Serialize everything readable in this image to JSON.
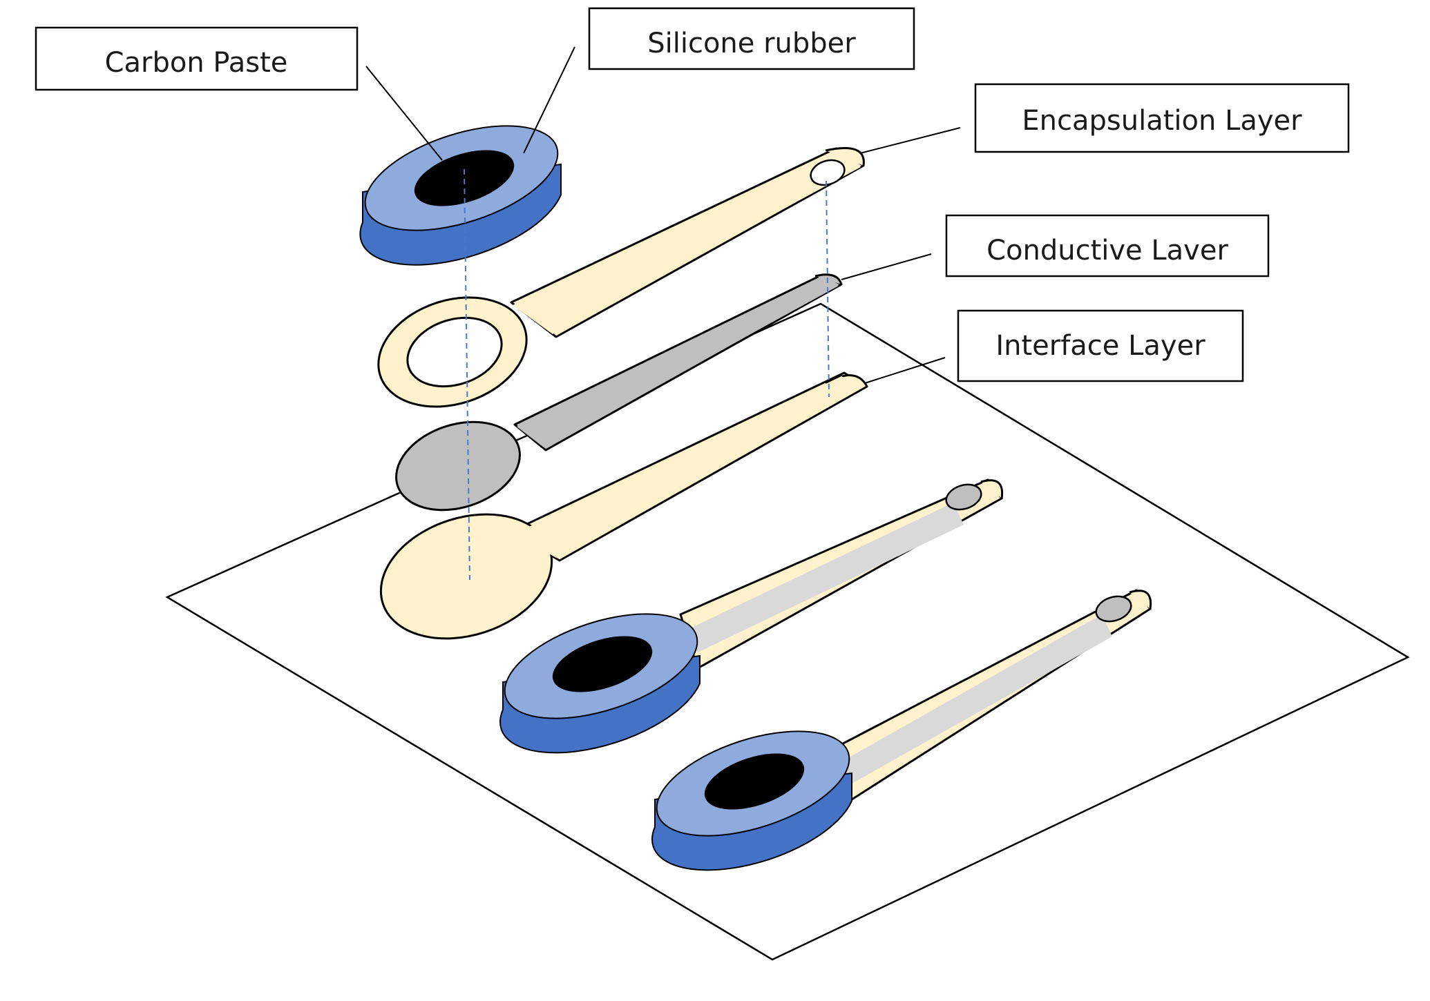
{
  "labels": {
    "carbon_paste": "Carbon Paste",
    "silicone_rubber": "Silicone rubber",
    "encapsulation_layer": "Encapsulation Layer",
    "conductive_layer": "Conductive Laver",
    "interface_layer": "Interface Layer"
  },
  "colors": {
    "encapsulation": "#fff2cc",
    "conductive": "#bfbfbf",
    "conductive_light": "#d9d9d9",
    "rubber_top": "#8faadc",
    "rubber_side": "#4472c4",
    "carbon": "#000000",
    "guide_line": "#4a78c8"
  }
}
